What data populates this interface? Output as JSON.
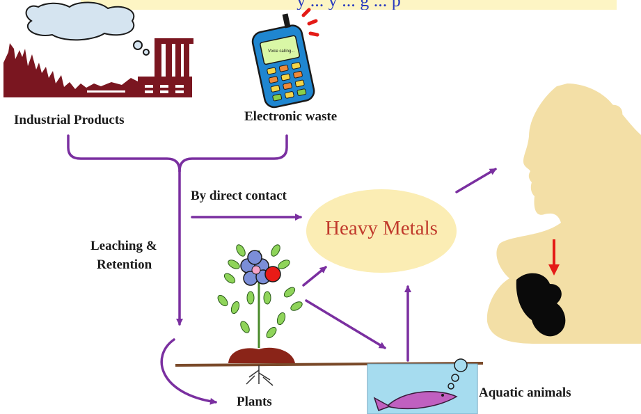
{
  "banner": {
    "text": "y ... y ... g ... p"
  },
  "labels": {
    "industrial": "Industrial Products",
    "electronic": "Electronic waste",
    "direct_contact": "By direct contact",
    "leaching": "Leaching &",
    "retention": "Retention",
    "heavy_metals": "Heavy Metals",
    "plants": "Plants",
    "aquatic": "Aquatic animals",
    "phone_screen": "Voice calling..."
  },
  "colors": {
    "arrow": "#7a2fa0",
    "factory": "#7a1620",
    "ellipse": "#fbedb4",
    "heavy_metals_text": "#c0392b",
    "silhouette": "#f3dfa6",
    "water": "#a6dcef",
    "soil": "#8a4a2a",
    "red_arrow": "#e41b17"
  }
}
